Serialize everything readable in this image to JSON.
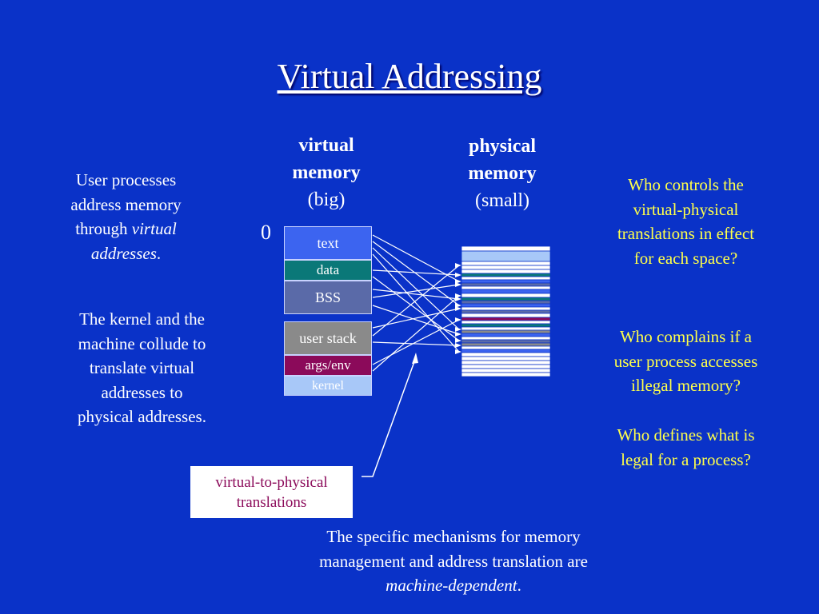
{
  "title": "Virtual Addressing",
  "virtual_memory": {
    "line1": "virtual",
    "line2": "memory",
    "line3": "(big)"
  },
  "physical_memory": {
    "line1": "physical",
    "line2": "memory",
    "line3": "(small)"
  },
  "zero_label": "0",
  "segments": {
    "text": "text",
    "data": "data",
    "bss": "BSS",
    "user_stack": "user stack",
    "args_env": "args/env",
    "kernel": "kernel"
  },
  "left_text": {
    "p1_line1": "User processes",
    "p1_line2": "address memory",
    "p1_line3_plain": "through ",
    "p1_line3_italic": "virtual",
    "p1_line4_italic": "addresses",
    "p1_line4_plain": ".",
    "p2_line1": "The kernel and the",
    "p2_line2": "machine collude to",
    "p2_line3": "translate virtual",
    "p2_line4": "addresses to",
    "p2_line5": "physical addresses."
  },
  "right_text": {
    "q1_line1": "Who controls the",
    "q1_line2": "virtual-physical",
    "q1_line3": "translations in effect",
    "q1_line4": "for each space?",
    "q2_line1": "Who complains if a",
    "q2_line2": "user process accesses",
    "q2_line3": "illegal memory?",
    "q3_line1": "Who defines what is",
    "q3_line2": "legal for a process?"
  },
  "callout": {
    "line1": "virtual-to-physical",
    "line2": "translations"
  },
  "footer": {
    "line1": "The specific mechanisms for memory",
    "line2": "management and address translation are",
    "line3_italic": "machine-dependent",
    "line3_plain": "."
  },
  "colors": {
    "background": "#0a32c8",
    "yellow_text": "#ffff4a",
    "text_segment": "#3c64f0",
    "data_segment": "#0a7878",
    "bss_segment": "#5a6aa8",
    "stack_segment": "#8a8a8a",
    "args_segment": "#8b0a5a",
    "kernel_segment": "#a8c8f8",
    "callout_text": "#8b0a5a"
  }
}
